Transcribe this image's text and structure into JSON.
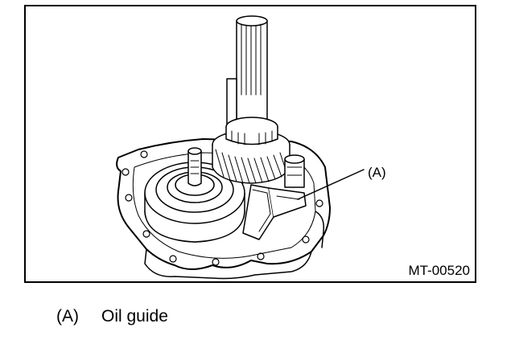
{
  "figure": {
    "callout": "(A)",
    "code": "MT-00520"
  },
  "legend": {
    "items": [
      {
        "key": "(A)",
        "text": "Oil guide"
      }
    ]
  }
}
